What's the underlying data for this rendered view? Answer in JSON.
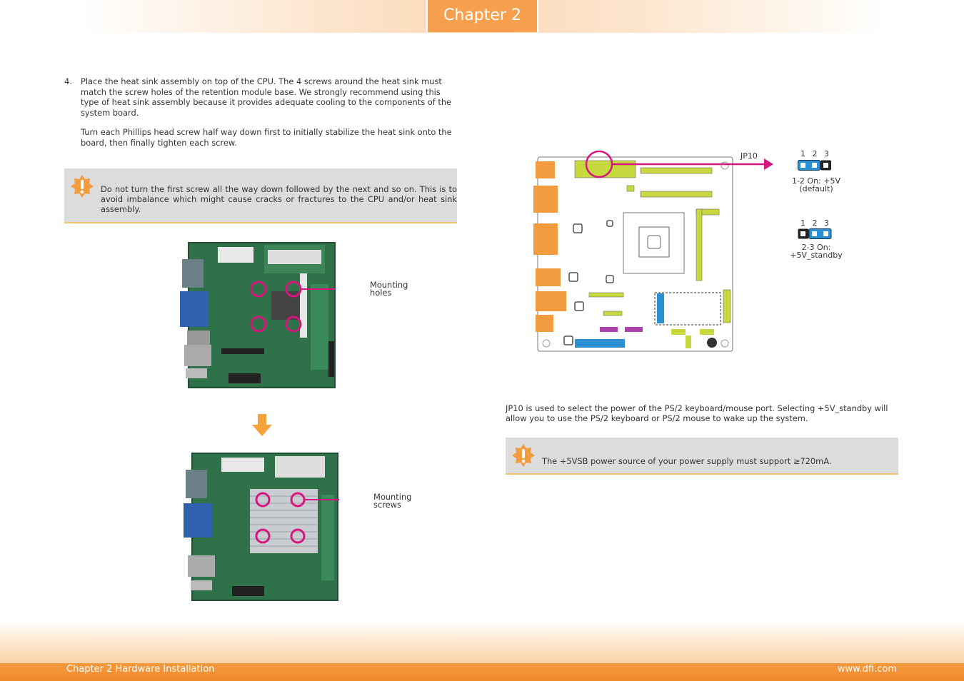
{
  "header": {
    "chapter_tab": "Chapter 2"
  },
  "step4": {
    "number": "4.",
    "paragraph1": "Place the heat sink assembly on top of the CPU. The 4 screws around the heat sink must match the screw holes of the retention module base. We strongly recommend using this type of heat sink assembly because it provides adequate cooling to the components of the system board.",
    "paragraph2": "Turn each Phillips head screw half way down first to initially stabilize the heat sink onto the board, then finally tighten each screw."
  },
  "warning1": {
    "text": "Do not turn the first screw all the way down followed by the next and so on. This is to avoid imbalance which might cause cracks or fractures to the CPU and/or heat sink assembly."
  },
  "figure1": {
    "callout_line1": "Mounting",
    "callout_line2": "holes"
  },
  "figure2": {
    "callout_line1": "Mounting",
    "callout_line2": "screws"
  },
  "jumper": {
    "label": "JP10",
    "setting1": {
      "pins": "1 2 3",
      "caption_line1": "1-2 On: +5V",
      "caption_line2": "(default)"
    },
    "setting2": {
      "pins": "1 2 3",
      "caption_line1": "2-3 On:",
      "caption_line2": "+5V_standby"
    }
  },
  "description": "JP10 is used to select the power of the PS/2 keyboard/mouse port. Selecting +5V_standby will allow you to use the PS/2 keyboard or PS/2 mouse to wake up the system.",
  "warning2": {
    "text": "The +5VSB power source of your power supply must support ≥720mA."
  },
  "footer": {
    "left": "Chapter 2 Hardware Installation",
    "right": "www.dfi.com"
  },
  "colors": {
    "accent_orange": "#f6a04d",
    "callout_magenta": "#d6157f",
    "jumper_blue": "#2b8fd0",
    "board_green": "#3a7d52"
  }
}
